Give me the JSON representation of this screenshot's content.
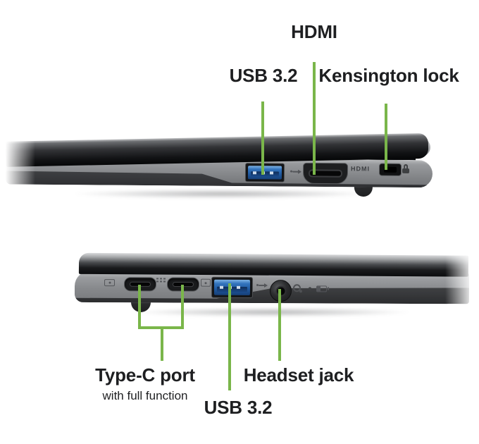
{
  "colors": {
    "accent": "#7ab64a",
    "label": "#1e1f21"
  },
  "top_view": {
    "hdmi_label": "HDMI",
    "usb_label": "USB 3.2",
    "kensington_label": "Kensington lock",
    "chassis_hdmi_text": "HDMI"
  },
  "bottom_view": {
    "type_c_label": "Type-C port",
    "type_c_sublabel": "with full function",
    "usb_label": "USB 3.2",
    "headset_label": "Headset jack"
  }
}
